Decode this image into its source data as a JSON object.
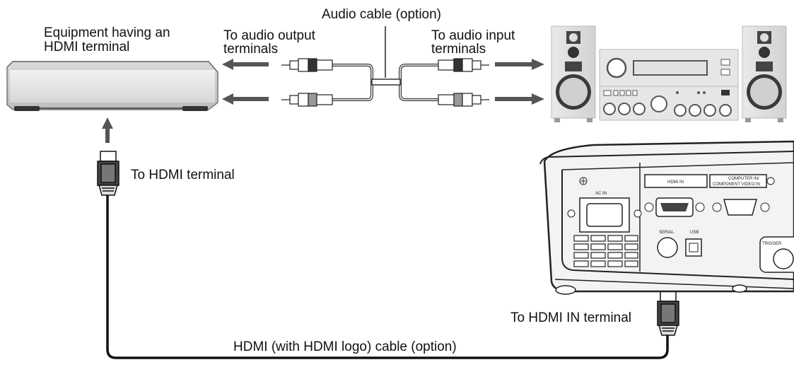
{
  "labels": {
    "audio_cable": "Audio cable (option)",
    "equipment_line1": "Equipment having an",
    "equipment_line2": "HDMI terminal",
    "audio_output_line1": "To audio output",
    "audio_output_line2": "terminals",
    "audio_input_line1": "To audio input",
    "audio_input_line2": "terminals",
    "to_hdmi_terminal": "To HDMI terminal",
    "to_hdmi_in_terminal": "To HDMI IN terminal",
    "hdmi_cable": "HDMI (with HDMI logo) cable (option)"
  },
  "panel": {
    "ac_in": "AC IN",
    "hdmi_in": "HDMI IN",
    "computer_in_line1": "COMPUTER IN/",
    "computer_in_line2": "COMPONENT VIDEO IN",
    "serial": "SERIAL",
    "usb": "USB",
    "trigger": "TRIGGER"
  }
}
